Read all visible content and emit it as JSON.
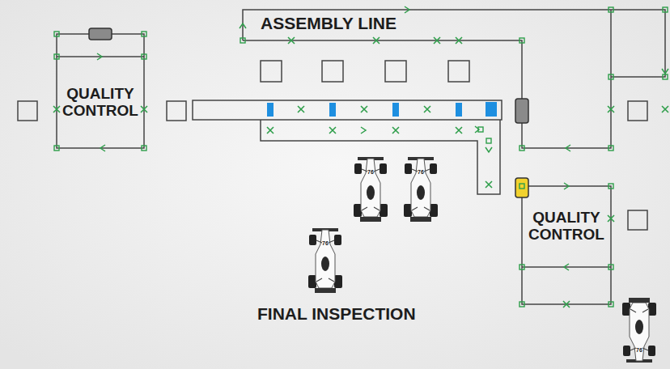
{
  "diagram": {
    "nodes": [
      {
        "text": [
          "QUALITY CONTROL"
        ]
      },
      {
        "text": [
          "QUALITY CONTROL"
        ]
      }
    ],
    "labels": [
      "ASSEMBLY LINE",
      "FINAL INSPECTION",
      "76",
      "76",
      "76",
      "76"
    ]
  }
}
